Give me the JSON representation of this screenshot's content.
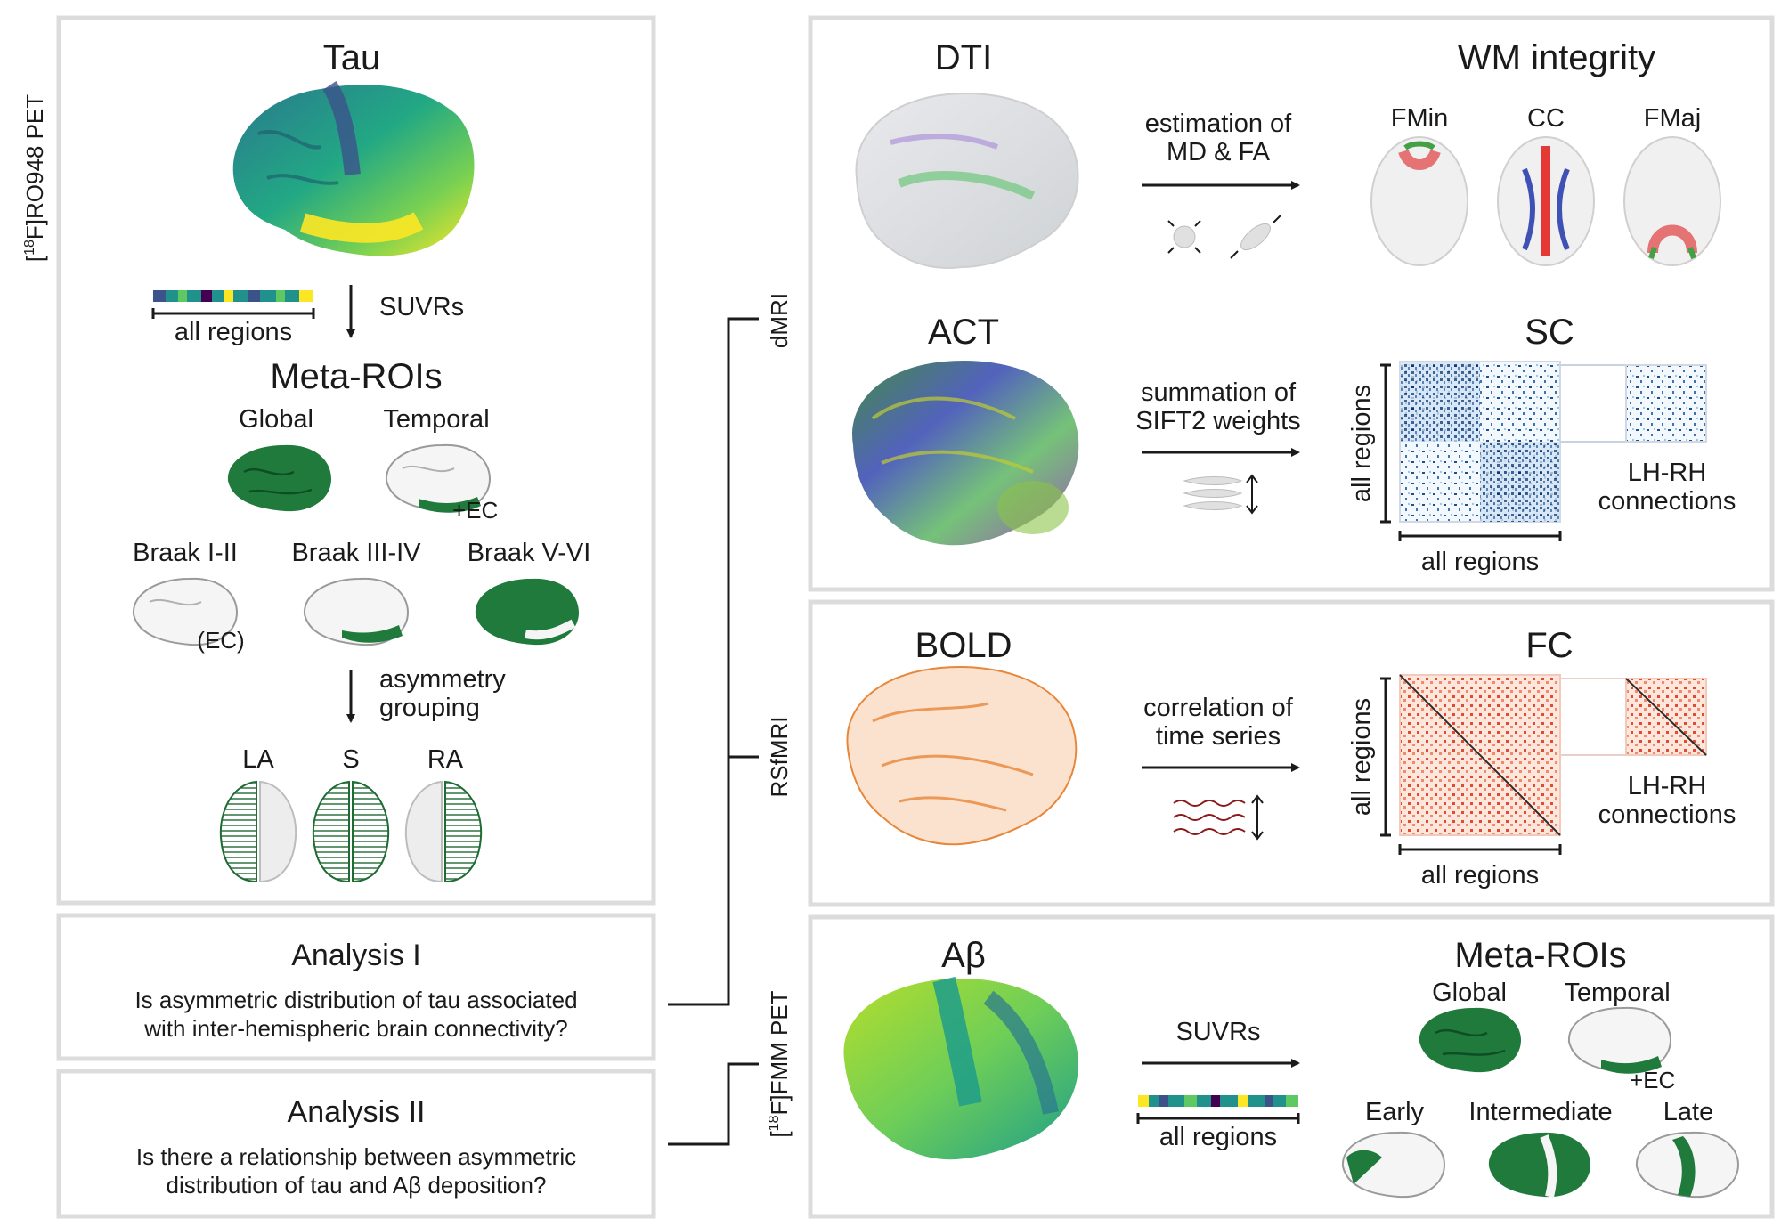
{
  "colors": {
    "panel_border": "#dcdcdc",
    "viridis": [
      "#440154",
      "#3b528b",
      "#21918c",
      "#5ec962",
      "#fde725"
    ],
    "global_green": "#1f7a3c",
    "heat_red": "#d7301f",
    "sc_blue": "#08306b",
    "bold_orange": "#e8873a"
  },
  "side_labels": {
    "tau_pet": "[18F]RO948 PET",
    "dmri": "dMRI",
    "rsfmri": "RSfMRI",
    "fmm_pet": "[18F]FMM PET"
  },
  "tau_panel": {
    "title": "Tau",
    "bar_label": "all regions",
    "arrow1_label": "SUVRs",
    "meta_title": "Meta-ROIs",
    "global": "Global",
    "temporal": "Temporal",
    "ec_plus": "+EC",
    "braak1": "Braak I-II",
    "braak3": "Braak III-IV",
    "braak5": "Braak V-VI",
    "ec_paren": "(EC)",
    "arrow2_line1": "asymmetry",
    "arrow2_line2": "grouping",
    "la": "LA",
    "s": "S",
    "ra": "RA"
  },
  "analysis1": {
    "title": "Analysis I",
    "line1": "Is asymmetric distribution of tau associated",
    "line2": "with inter-hemispheric brain connectivity?"
  },
  "analysis2": {
    "title": "Analysis II",
    "line1": "Is there a relationship between asymmetric",
    "line2": "distribution of tau and Aβ deposition?"
  },
  "dti_panel": {
    "dti": "DTI",
    "step_line1": "estimation of",
    "step_line2": "MD & FA",
    "wm_title": "WM integrity",
    "fmin": "FMin",
    "cc": "CC",
    "fmaj": "FMaj",
    "act": "ACT",
    "sc_line1": "summation of",
    "sc_line2": "SIFT2 weights",
    "sc": "SC",
    "all_regions_y": "all regions",
    "all_regions_x": "all regions",
    "lhrh_line1": "LH-RH",
    "lhrh_line2": "connections"
  },
  "bold_panel": {
    "bold": "BOLD",
    "step_line1": "correlation of",
    "step_line2": "time series",
    "fc": "FC",
    "all_regions_y": "all regions",
    "all_regions_x": "all regions",
    "lhrh_line1": "LH-RH",
    "lhrh_line2": "connections"
  },
  "ab_panel": {
    "ab": "Aβ",
    "suvrs": "SUVRs",
    "bar_label": "all regions",
    "meta_title": "Meta-ROIs",
    "global": "Global",
    "temporal": "Temporal",
    "ec_plus": "+EC",
    "early": "Early",
    "intermediate": "Intermediate",
    "late": "Late"
  }
}
